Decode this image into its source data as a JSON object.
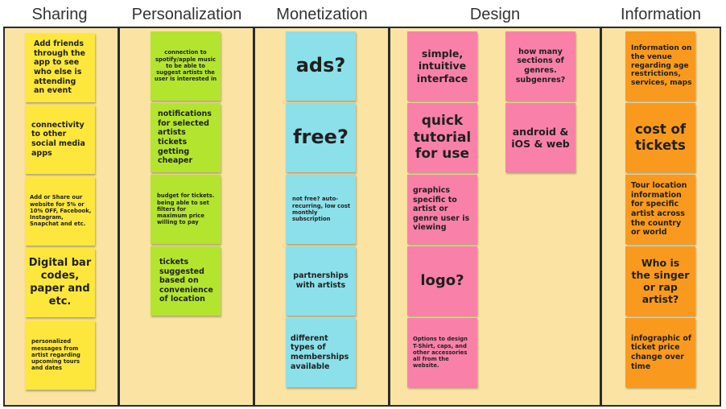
{
  "columns": [
    {
      "title": "Sharing",
      "color": "#fde73d"
    },
    {
      "title": "Personalization",
      "color": "#b3e52f"
    },
    {
      "title": "Monetization",
      "color": "#8be0ea"
    },
    {
      "title": "Design",
      "color": "#f981a9"
    },
    {
      "title": "Information",
      "color": "#f99a1e"
    }
  ],
  "notes": {
    "sharing": [
      "Add friends through the app to see who else is attending an event",
      "connectivity to other social media apps",
      "Add or Share our website for 5% or 10% OFF, Facebook, Instagram, Snapchat and etc.",
      "Digital bar codes, paper and etc.",
      "personalized messages from artist regarding upcoming tours and dates"
    ],
    "personalization": [
      "connection to spotify/apple music to be able to suggest artists the user is interested in",
      "notifications for selected artists tickets getting cheaper",
      "budget for tickets. being able to set filters for maximum price willing to pay",
      "tickets suggested based on convenience of location"
    ],
    "monetization": [
      "ads?",
      "free?",
      "not free? auto-recurring, low cost monthly subscription",
      "partnerships with artists",
      "different types of memberships available"
    ],
    "design": [
      "simple, intuitive interface",
      "quick tutorial for use",
      "graphics specific to artist or genre user is viewing",
      "logo?",
      "Options to design T-Shirt, caps, and other accessories all from the website.",
      "how many sections of genres. subgenres?",
      "android & iOS & web"
    ],
    "information": [
      "Information on the venue regarding age restrictions, services, maps",
      "cost of tickets",
      "Tour location information for specific artist across the country or world",
      "Who is the singer or rap artist?",
      "infographic of ticket price change over time"
    ]
  }
}
